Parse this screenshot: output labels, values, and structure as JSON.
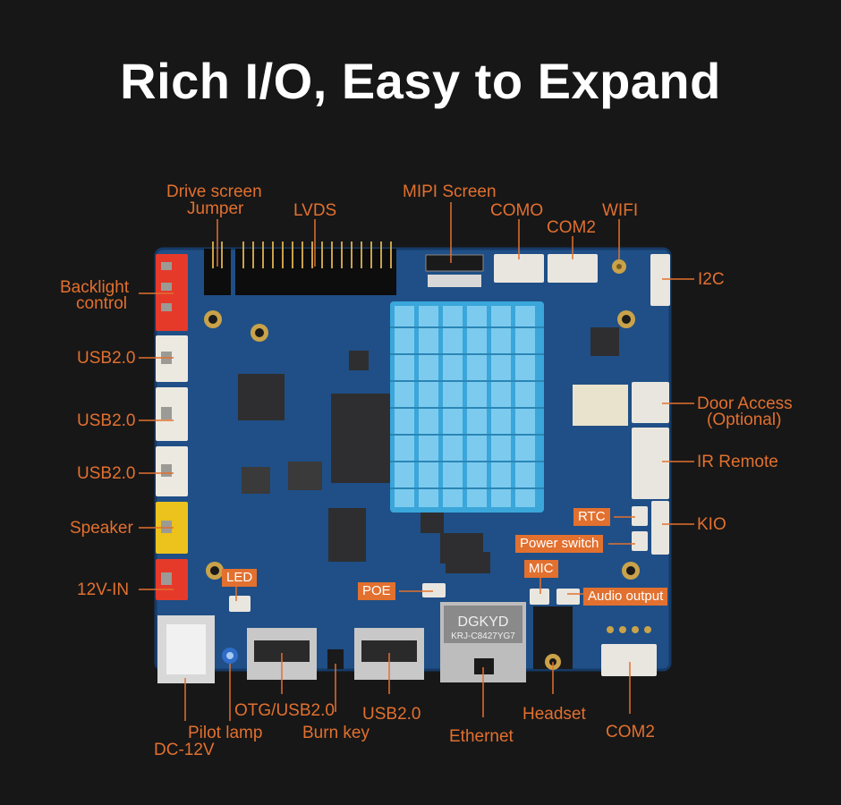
{
  "title": "Rich I/O, Easy to Expand",
  "colors": {
    "accent": "#e2702f",
    "board": "#1f4f86",
    "heatsink": "#3aa6d9",
    "background": "#171717"
  },
  "labels": {
    "drive_screen": "Drive screen",
    "jumper": "Jumper",
    "lvds": "LVDS",
    "mipi_screen": "MIPI Screen",
    "como": "COMO",
    "com2_top": "COM2",
    "wifi": "WIFI",
    "i2c": "I2C",
    "backlight": "Backlight",
    "control": "control",
    "usb20_1": "USB2.0",
    "usb20_2": "USB2.0",
    "usb20_3": "USB2.0",
    "door_access": "Door Access",
    "optional": "(Optional)",
    "ir_remote": "IR Remote",
    "speaker": "Speaker",
    "kio": "KIO",
    "rtc": "RTC",
    "power_switch": "Power switch",
    "mic": "MIC",
    "audio_output": "Audio output",
    "twelve_v_in": "12V-IN",
    "led": "LED",
    "poe": "POE",
    "otg_usb": "OTG/USB2.0",
    "usb20_bottom": "USB2.0",
    "headset": "Headset",
    "pilot_lamp": "Pilot lamp",
    "burn_key": "Burn key",
    "ethernet": "Ethernet",
    "com2_bottom": "COM2",
    "dc_12v": "DC-12V"
  },
  "board_text": {
    "ethernet_jack_brand": "DGKYD",
    "ethernet_jack_model": "KRJ-C8427YG7"
  }
}
